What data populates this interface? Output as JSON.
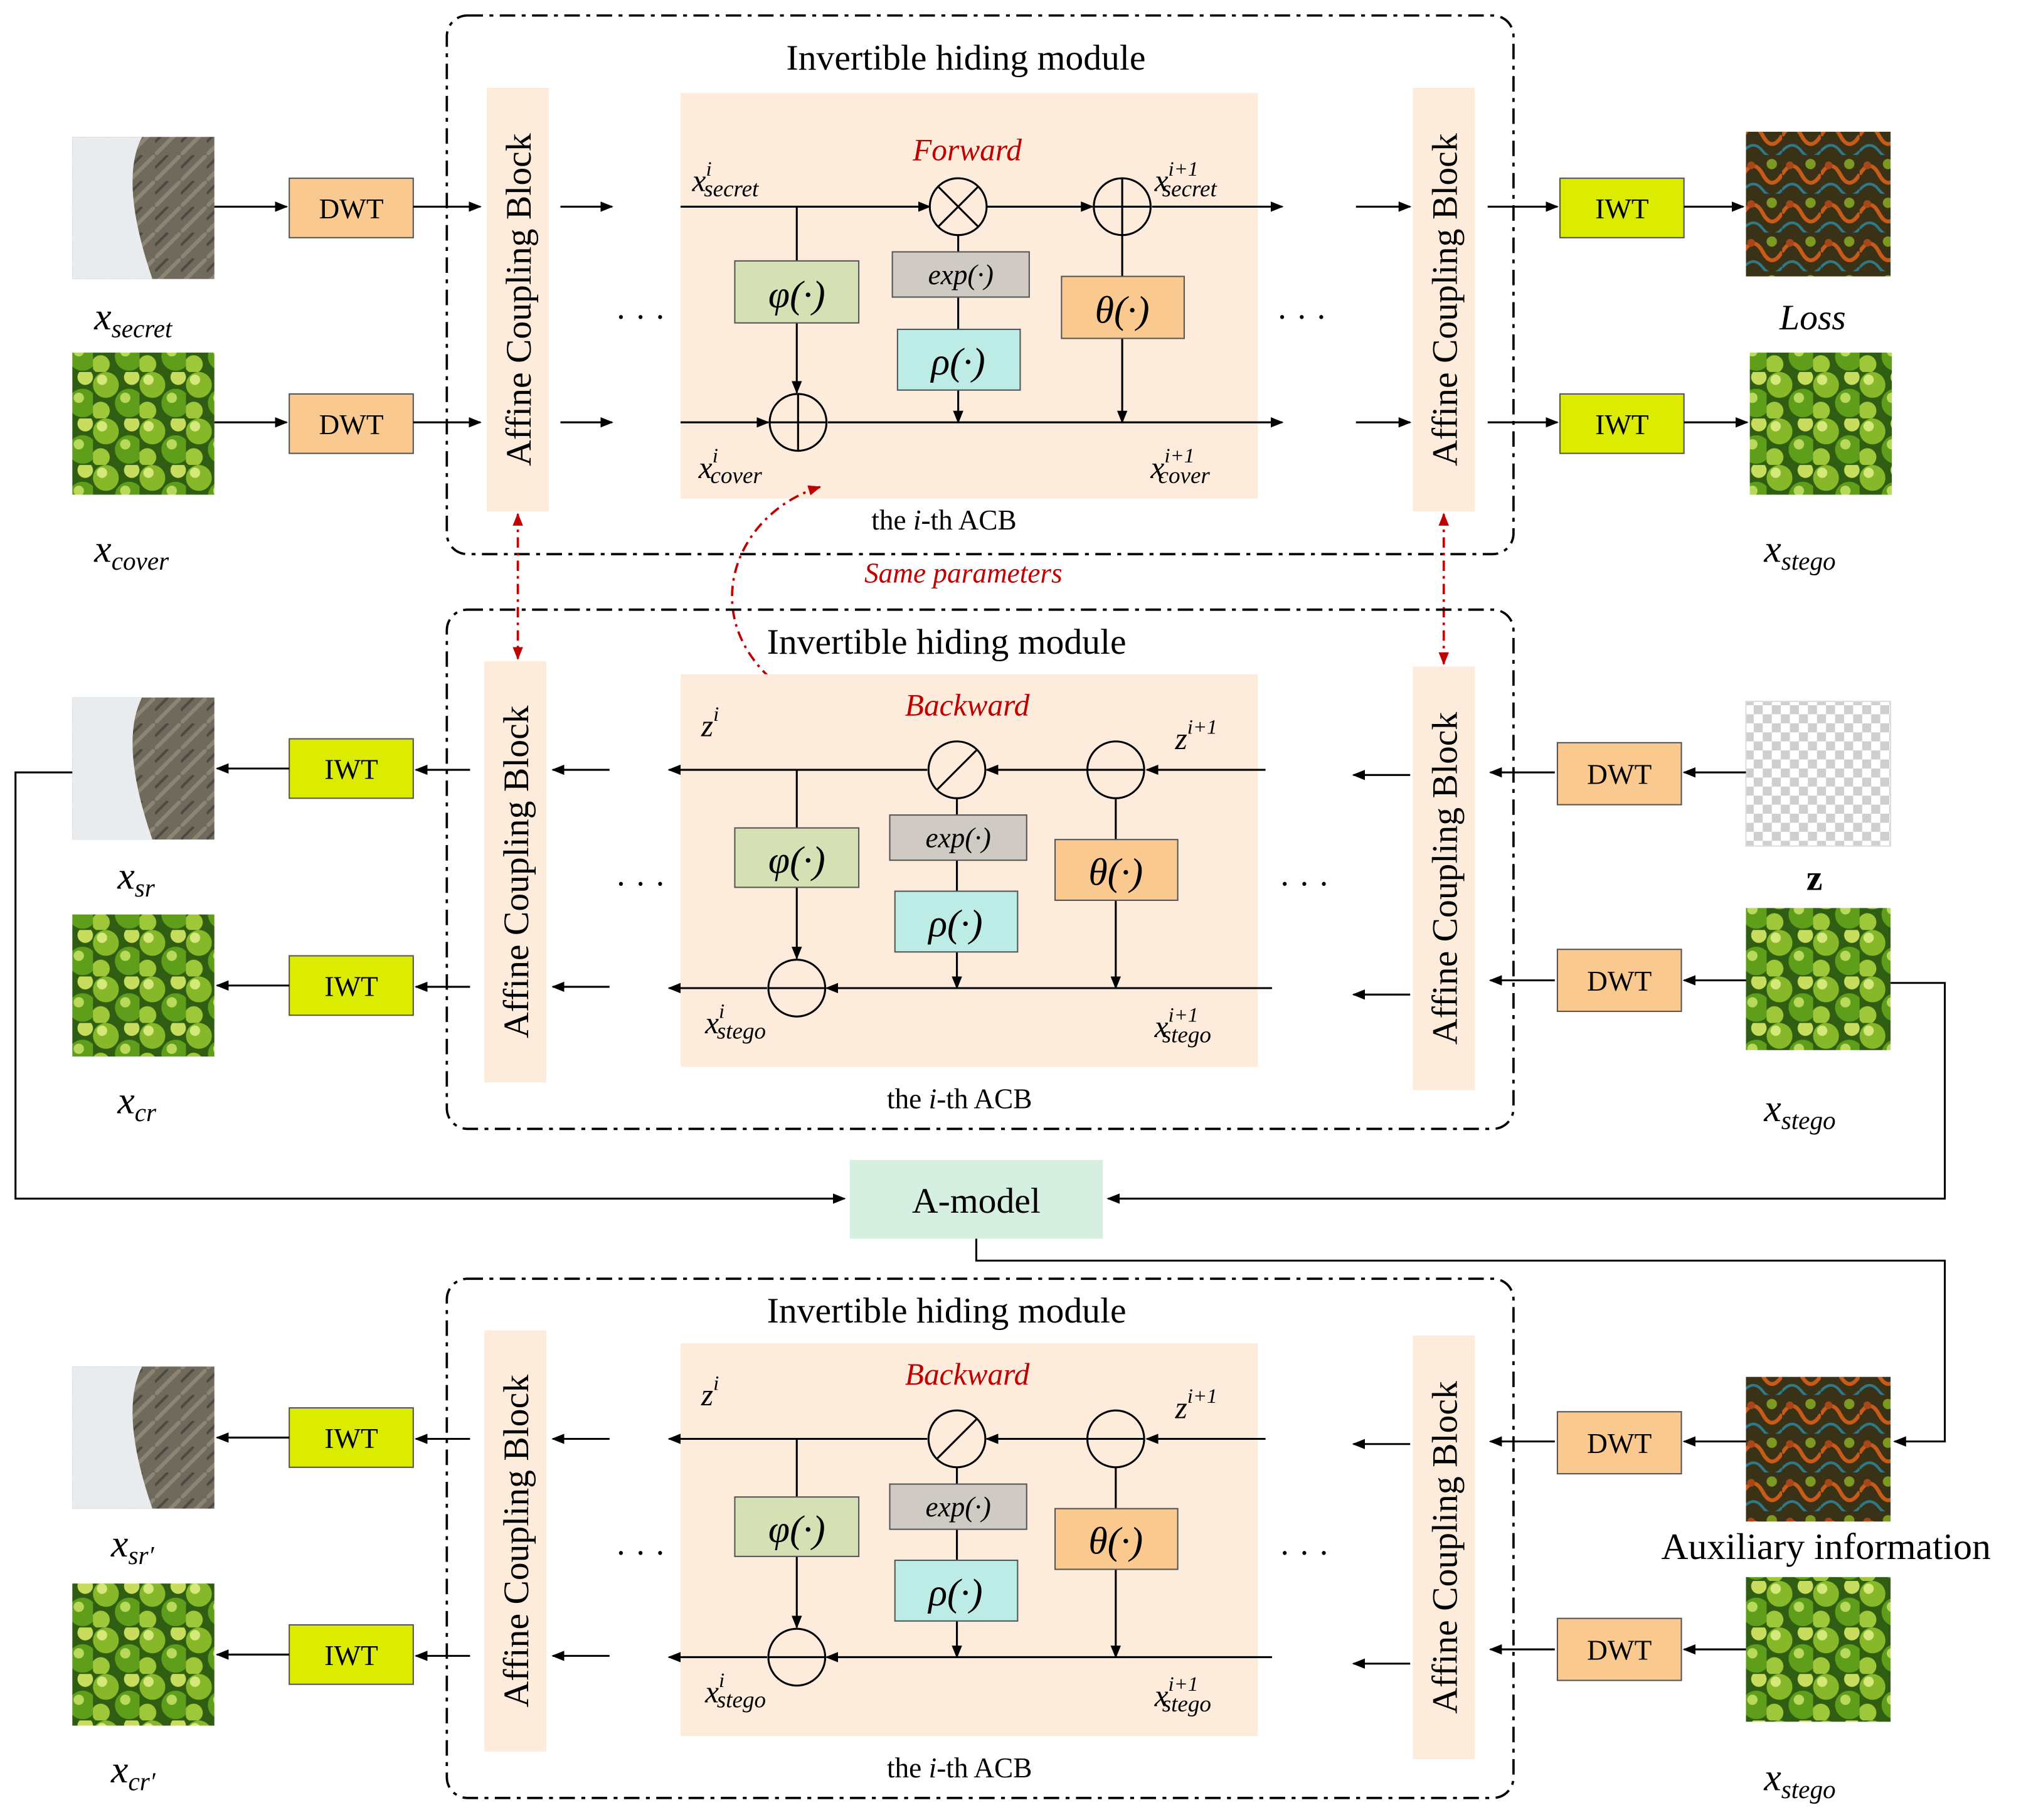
{
  "colors": {
    "module_bg": "#fdecdb",
    "dwt_fill": "#f9c98f",
    "iwt_fill": "#dcec00",
    "phi_fill": "#d6e0b5",
    "exp_fill": "#cfcac3",
    "rho_fill": "#bdebe6",
    "theta_fill": "#f9c98f",
    "amodel_fill": "#d5f0e0",
    "accent_red": "#c00000"
  },
  "icons": {
    "secret_image": "penguin-photo-icon",
    "cover_image": "green-limes-photo-icon",
    "loss_image": "residual-texture-icon",
    "z_image": "checkerboard-noise-icon"
  },
  "module_title": "Invertible hiding module",
  "affine_block_label": "Affine Coupling Block",
  "dwt_label": "DWT",
  "iwt_label": "IWT",
  "ellipsis": "· · ·",
  "acb_caption": {
    "prefix": "the ",
    "i": "i",
    "suffix": "-th ACB"
  },
  "func": {
    "phi": "φ(·)",
    "exp": "exp(·)",
    "rho": "ρ(·)",
    "theta": "θ(·)"
  },
  "forward": {
    "direction": "Forward",
    "x_secret_i": {
      "base": "x",
      "sup": "i",
      "sub": "secret"
    },
    "x_secret_i1": {
      "base": "x",
      "sup": "i+1",
      "sub": "secret"
    },
    "x_cover_i": {
      "base": "x",
      "sup": "i",
      "sub": "cover"
    },
    "x_cover_i1": {
      "base": "x",
      "sup": "i+1",
      "sub": "cover"
    }
  },
  "backward": {
    "direction": "Backward",
    "z_i": {
      "base": "z",
      "sup": "i"
    },
    "z_i1": {
      "base": "z",
      "sup": "i+1"
    },
    "x_stego_i": {
      "base": "x",
      "sup": "i",
      "sub": "stego"
    },
    "x_stego_i1": {
      "base": "x",
      "sup": "i+1",
      "sub": "stego"
    }
  },
  "same_parameters": "Same parameters",
  "amodel_label": "A-model",
  "aux_info": "Auxiliary information",
  "z_label": "z",
  "loss_label": "Loss",
  "labels": {
    "x_secret": {
      "base": "x",
      "sub": "secret"
    },
    "x_cover": {
      "base": "x",
      "sub": "cover"
    },
    "x_stego": {
      "base": "x",
      "sub": "stego"
    },
    "x_sr": {
      "base": "x",
      "sub": "sr"
    },
    "x_cr": {
      "base": "x",
      "sub": "cr"
    },
    "x_sr_prime": {
      "base": "x",
      "sub": "sr′"
    },
    "x_cr_prime": {
      "base": "x",
      "sub": "cr′"
    }
  }
}
